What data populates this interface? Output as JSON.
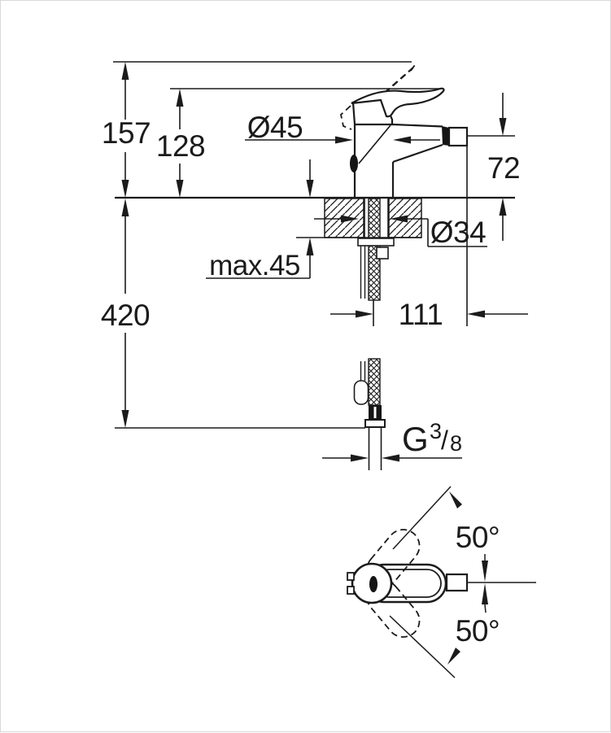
{
  "drawing": {
    "type": "technical-dimension-drawing",
    "views": {
      "front_view": "bidet mixer tap on mounting deck with flexible supply hose",
      "top_view": "faucet body with lever swivel range"
    },
    "dimensions": {
      "overall_height": "157",
      "height_to_lever": "128",
      "hose_drop_length": "420",
      "body_diameter": "Ø45",
      "spout_outlet_height": "72",
      "mounting_hole_diameter": "Ø34",
      "max_deck_thickness": "max.45",
      "spout_reach": "111",
      "lever_swing_upper": "50°",
      "lever_swing_lower": "50°"
    },
    "thread": {
      "letter": "G",
      "numerator": "3",
      "slash": "/",
      "denominator": "8"
    },
    "colors": {
      "line": "#1b1b1b",
      "background": "#ffffff"
    }
  }
}
